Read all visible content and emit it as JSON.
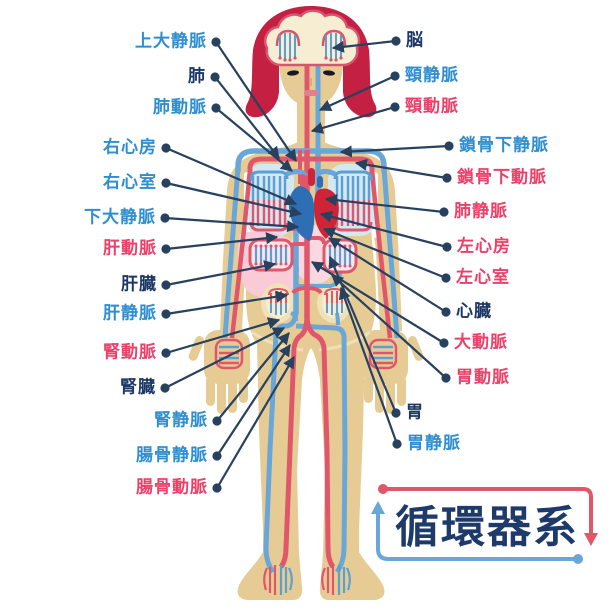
{
  "title": {
    "text": "循環器系"
  },
  "labels": {
    "left": [
      {
        "text": "上大静脈",
        "type": "vein"
      },
      {
        "text": "肺",
        "type": "organ"
      },
      {
        "text": "肺動脈",
        "type": "vein"
      },
      {
        "text": "右心房",
        "type": "vein"
      },
      {
        "text": "右心室",
        "type": "vein"
      },
      {
        "text": "下大静脈",
        "type": "vein"
      },
      {
        "text": "肝動脈",
        "type": "artery"
      },
      {
        "text": "肝臓",
        "type": "organ"
      },
      {
        "text": "肝静脈",
        "type": "vein"
      },
      {
        "text": "腎動脈",
        "type": "artery"
      },
      {
        "text": "腎臓",
        "type": "organ"
      },
      {
        "text": "腎静脈",
        "type": "vein"
      },
      {
        "text": "腸骨静脈",
        "type": "vein"
      },
      {
        "text": "腸骨動脈",
        "type": "artery"
      }
    ],
    "right": [
      {
        "text": "脳",
        "type": "organ"
      },
      {
        "text": "頸静脈",
        "type": "vein"
      },
      {
        "text": "頸動脈",
        "type": "artery"
      },
      {
        "text": "鎖骨下静脈",
        "type": "vein"
      },
      {
        "text": "鎖骨下動脈",
        "type": "artery"
      },
      {
        "text": "肺静脈",
        "type": "artery"
      },
      {
        "text": "左心房",
        "type": "artery"
      },
      {
        "text": "左心室",
        "type": "artery"
      },
      {
        "text": "心臓",
        "type": "organ"
      },
      {
        "text": "大動脈",
        "type": "artery"
      },
      {
        "text": "胃動脈",
        "type": "artery"
      },
      {
        "text": "胃",
        "type": "organ"
      },
      {
        "text": "胃静脈",
        "type": "vein"
      }
    ]
  },
  "colors": {
    "vein_label": "#2e8ecf",
    "artery_label": "#ea4069",
    "organ_label": "#1d3766",
    "leader_line": "#27415f",
    "artery_vessel": "#e0566b",
    "vein_vessel": "#68a7d8",
    "hair": "#c32042",
    "skin": "#e6cc94",
    "lung": "#d4e8f4",
    "liver": "#f8cbd7",
    "stomach": "#fad8e2",
    "heart_blue": "#2e6eb4",
    "heart_red": "#cf2438",
    "title_navy": "#1d3a6b"
  }
}
